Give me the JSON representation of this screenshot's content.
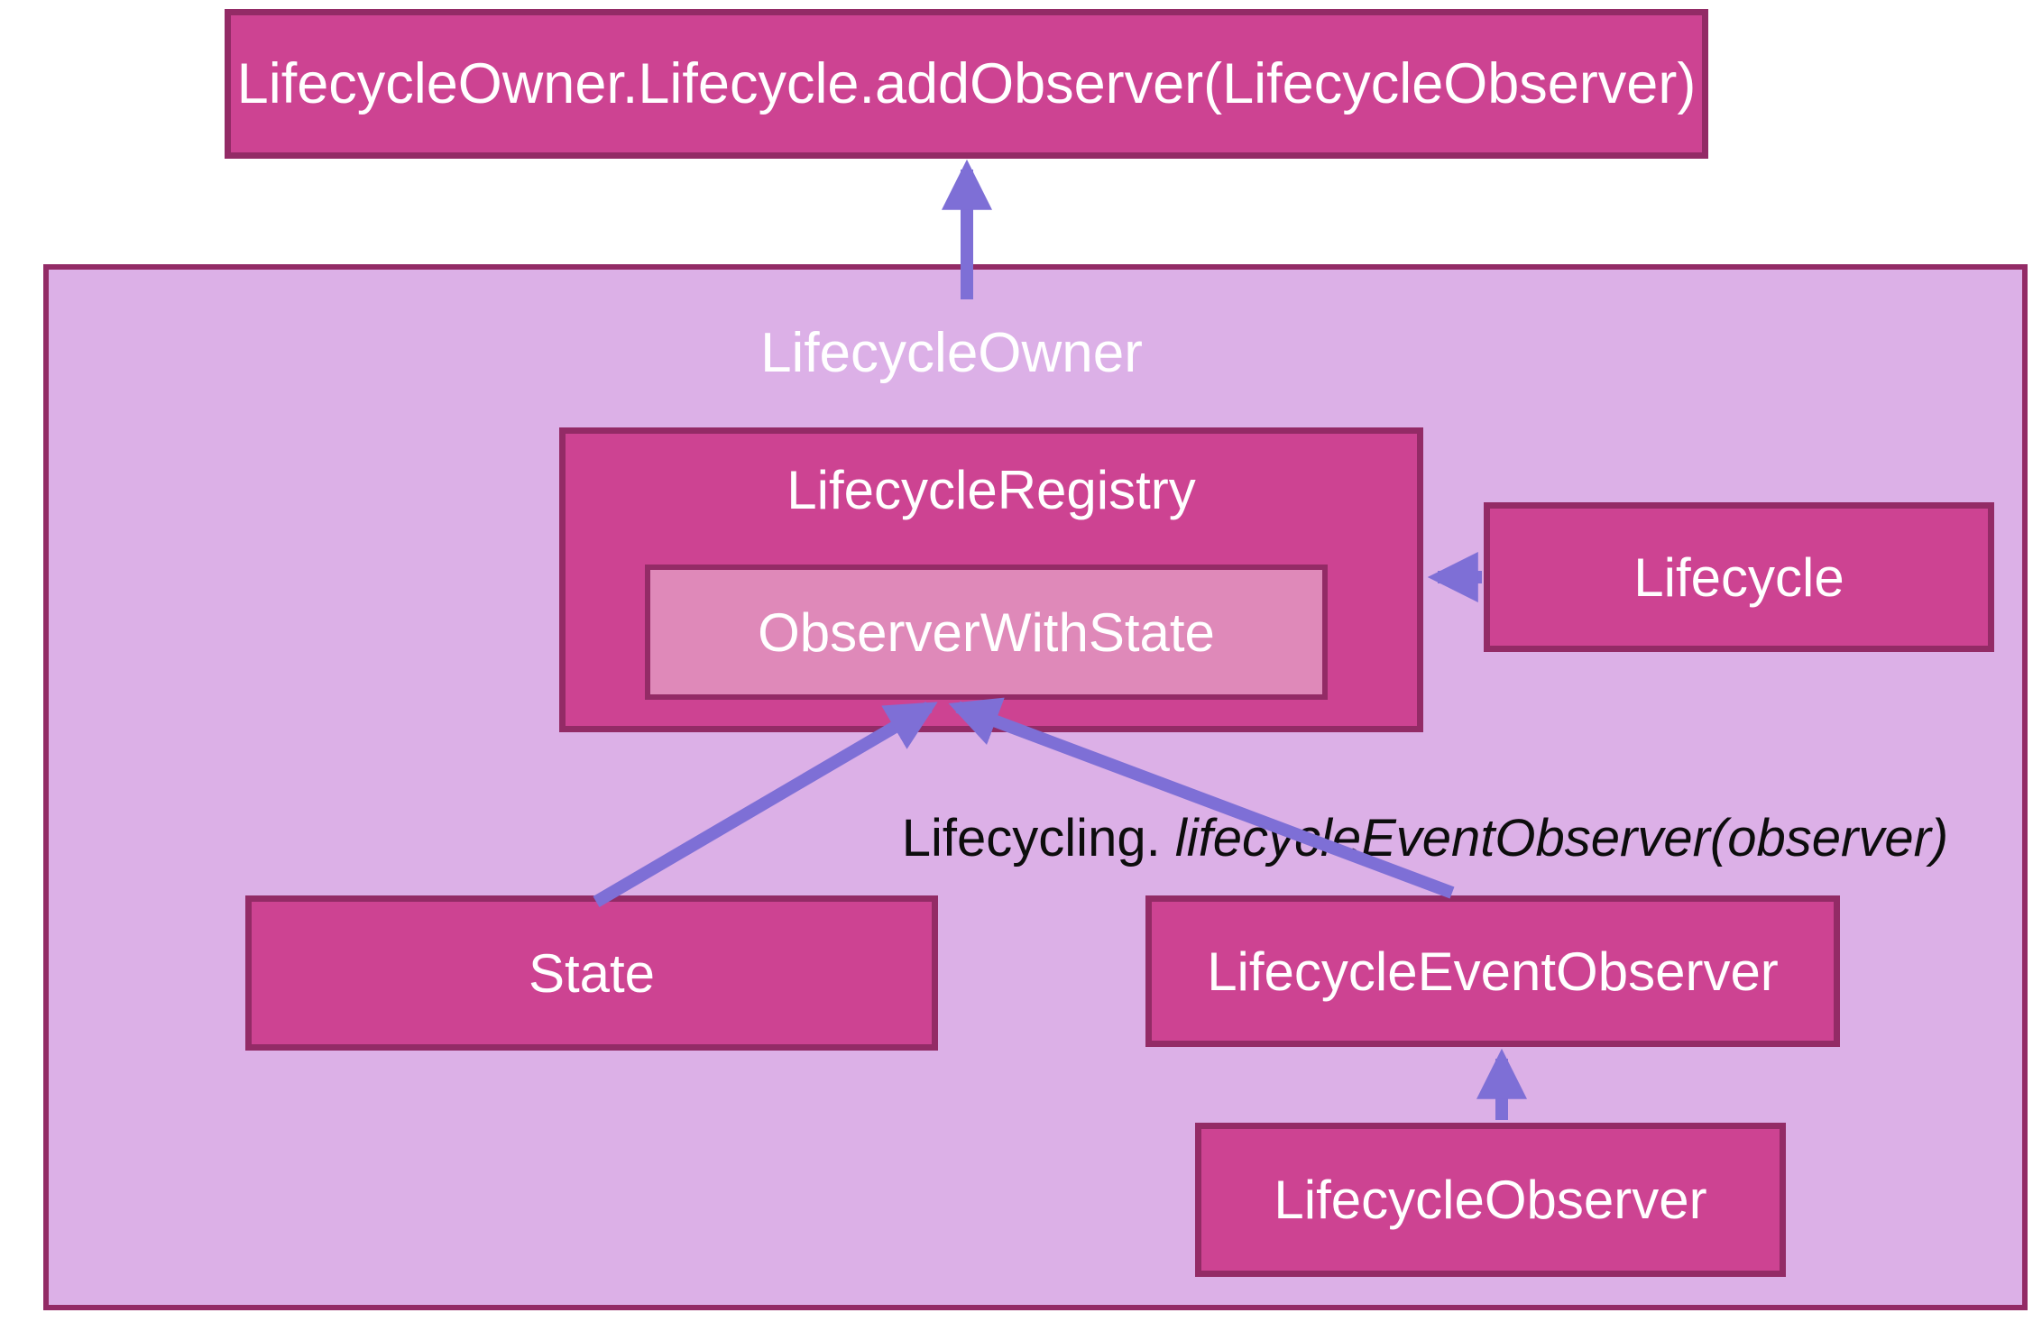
{
  "title_box": {
    "label": "LifecycleOwner.Lifecycle.addObserver(LifecycleObserver)"
  },
  "container": {
    "label": "LifecycleOwner"
  },
  "nodes": {
    "lifecycle_registry": {
      "label": "LifecycleRegistry"
    },
    "observer_with_state": {
      "label": "ObserverWithState"
    },
    "lifecycle": {
      "label": "Lifecycle"
    },
    "state": {
      "label": "State"
    },
    "lifecycle_event_observer": {
      "label": "LifecycleEventObserver"
    },
    "lifecycle_observer": {
      "label": "LifecycleObserver"
    }
  },
  "annotation": {
    "prefix": "Lifecycling. ",
    "italic": "lifecycleEventObserver(observer)"
  },
  "colors": {
    "box_fill": "#cd4392",
    "box_border": "#932b66",
    "container_fill": "#dcb0e7",
    "inner_fill": "#df89b9",
    "arrow": "#7e6fd6",
    "label_light": "#ffffff",
    "label_dark": "#0d0d0d"
  }
}
